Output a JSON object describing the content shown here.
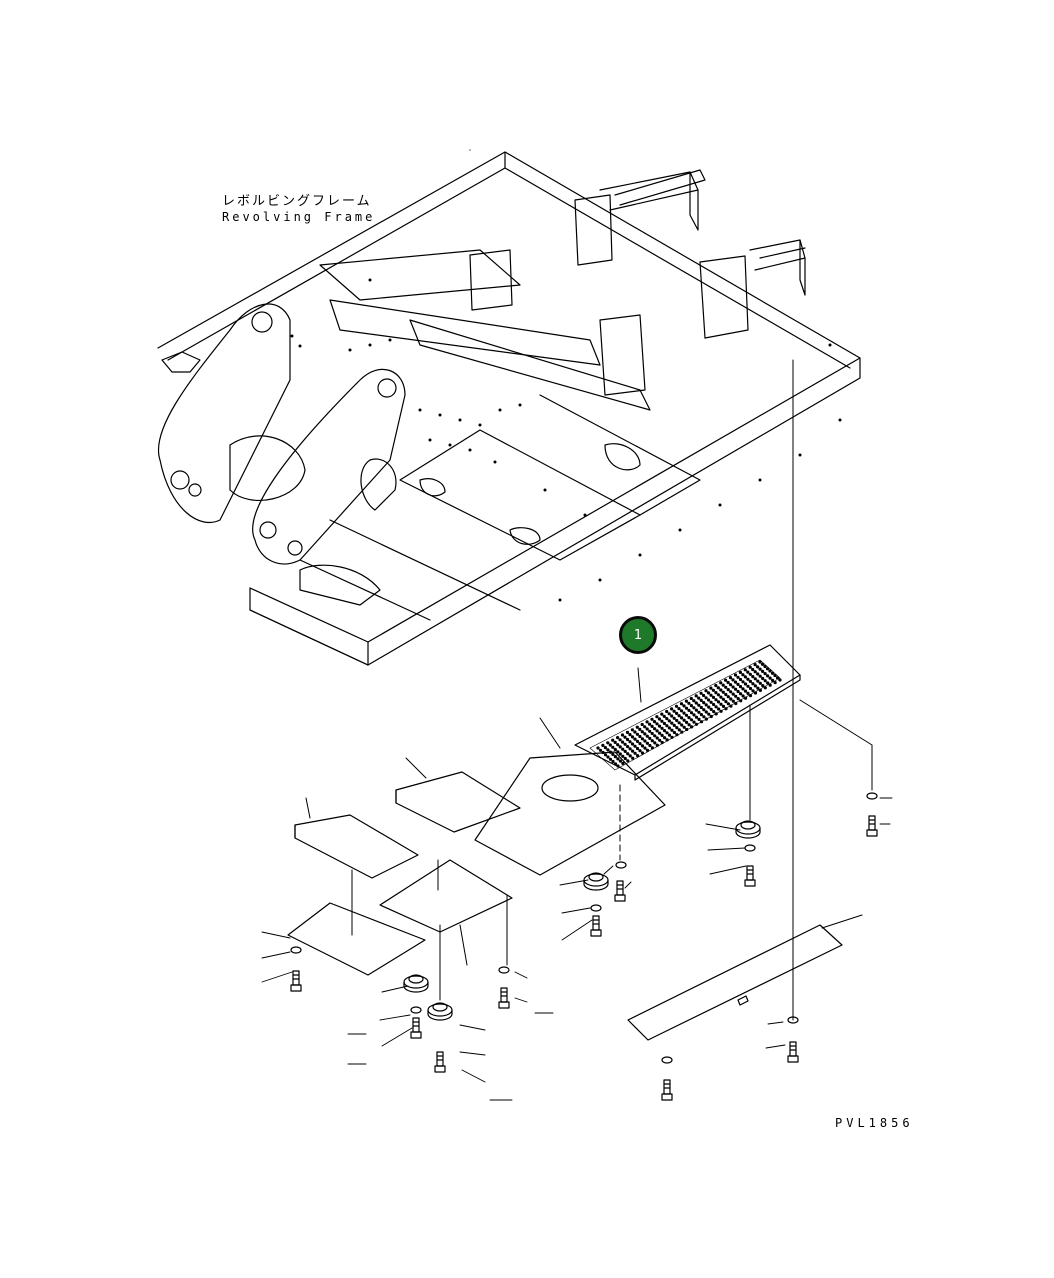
{
  "diagram": {
    "frame_label_jp": "レボルビングフレーム",
    "frame_label_en": "Revolving Frame",
    "drawing_number": "PVL1856",
    "callout_number": "1",
    "colors": {
      "callout_fill": "#1e7a2a",
      "callout_border": "#0a0a0a",
      "line": "#000000"
    }
  }
}
